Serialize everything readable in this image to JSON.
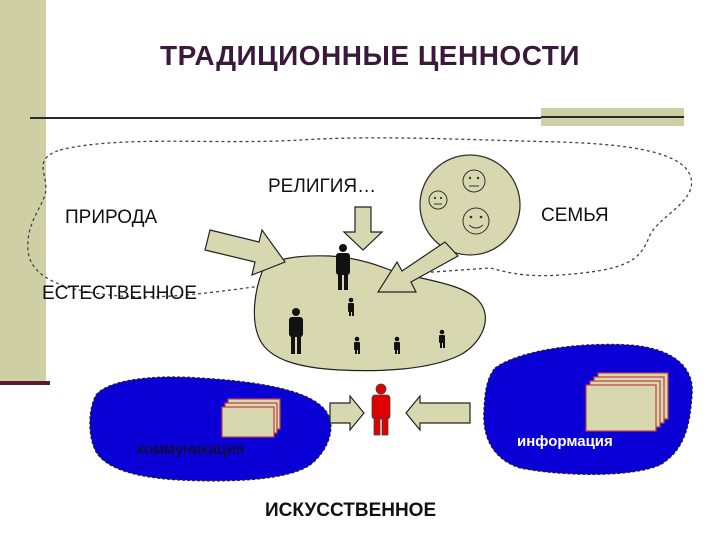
{
  "slide": {
    "title": "ТРАДИЦИОННЫЕ ЦЕННОСТИ"
  },
  "diagram": {
    "religion_label": "РЕЛИГИЯ…",
    "nature_label": "ПРИРОДА",
    "family_label": "СЕМЬЯ",
    "natural_label": "ЕСТЕСТВЕННОЕ",
    "artificial_label": "ИСКУССТВЕННОЕ",
    "communication_label": "коммуникация",
    "information_label": "информация"
  },
  "colors": {
    "sidebar": "#cfcfa6",
    "blob_fill": "#d8d8b0",
    "blue_fill": "#0a00d6",
    "arrow_fill": "#d8d8b0",
    "person_red": "#e00000",
    "person_dark": "#111111"
  }
}
